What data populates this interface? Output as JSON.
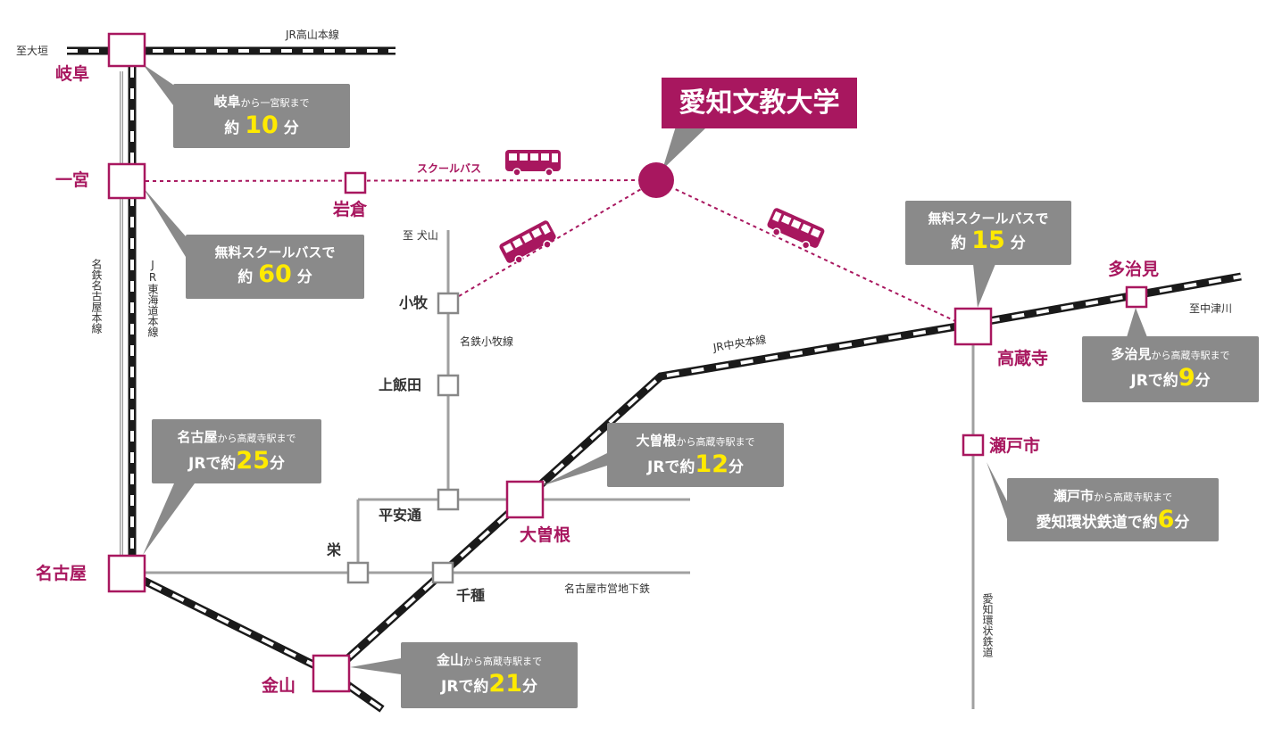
{
  "university": {
    "name": "愛知文教大学",
    "color": "#a8175f"
  },
  "stations": {
    "gifu": "岐阜",
    "ichinomiya": "一宮",
    "iwakura": "岩倉",
    "komaki": "小牧",
    "kamiiida": "上飯田",
    "heiando": "平安通",
    "sakae": "栄",
    "chikusa": "千種",
    "ozone": "大曽根",
    "nagoya": "名古屋",
    "kanayama": "金山",
    "kozoji": "高蔵寺",
    "tajimi": "多治見",
    "setoshi": "瀬戸市"
  },
  "line_labels": {
    "jr_takayama": "JR高山本線",
    "to_ogaki": "至大垣",
    "meitetsu_nagoya": "名鉄名古屋本線",
    "jr_tokaido": "JR東海道本線",
    "to_inuyama": "至 犬山",
    "meitetsu_komaki": "名鉄小牧線",
    "jr_chuo": "JR中央本線",
    "to_nakatsugawa": "至中津川",
    "subway": "名古屋市営地下鉄",
    "aichi_kanjo": "愛知環状鉄道",
    "school_bus": "スクールバス"
  },
  "info_boxes": {
    "gifu": {
      "from": "岐阜",
      "line1_rest": "から一宮駅まで",
      "prefix": "約",
      "minutes": "10",
      "unit": "分"
    },
    "ichinomiya": {
      "line1": "無料スクールバスで",
      "prefix": "約",
      "minutes": "60",
      "unit": "分"
    },
    "kozoji": {
      "line1": "無料スクールバスで",
      "prefix": "約",
      "minutes": "15",
      "unit": "分"
    },
    "tajimi": {
      "from": "多治見",
      "line1_rest": "から高蔵寺駅まで",
      "prefix": "JRで約",
      "minutes": "9",
      "unit": "分"
    },
    "ozone": {
      "from": "大曽根",
      "line1_rest": "から高蔵寺駅まで",
      "prefix": "JRで約",
      "minutes": "12",
      "unit": "分"
    },
    "nagoya": {
      "from": "名古屋",
      "line1_rest": "から高蔵寺駅まで",
      "prefix": "JRで約",
      "minutes": "25",
      "unit": "分"
    },
    "setoshi": {
      "from": "瀬戸市",
      "line1_rest": "から高蔵寺駅まで",
      "prefix": "愛知環状鉄道で約",
      "minutes": "6",
      "unit": "分"
    },
    "kanayama": {
      "from": "金山",
      "line1_rest": "から高蔵寺駅まで",
      "prefix": "JRで約",
      "minutes": "21",
      "unit": "分"
    }
  },
  "colors": {
    "accent": "#a8175f",
    "box": "#8a8a8a",
    "highlight": "#ffea00",
    "subway": "#a0a0a0",
    "rail": "#1a1a1a"
  },
  "icons": [
    "bus-icon"
  ]
}
